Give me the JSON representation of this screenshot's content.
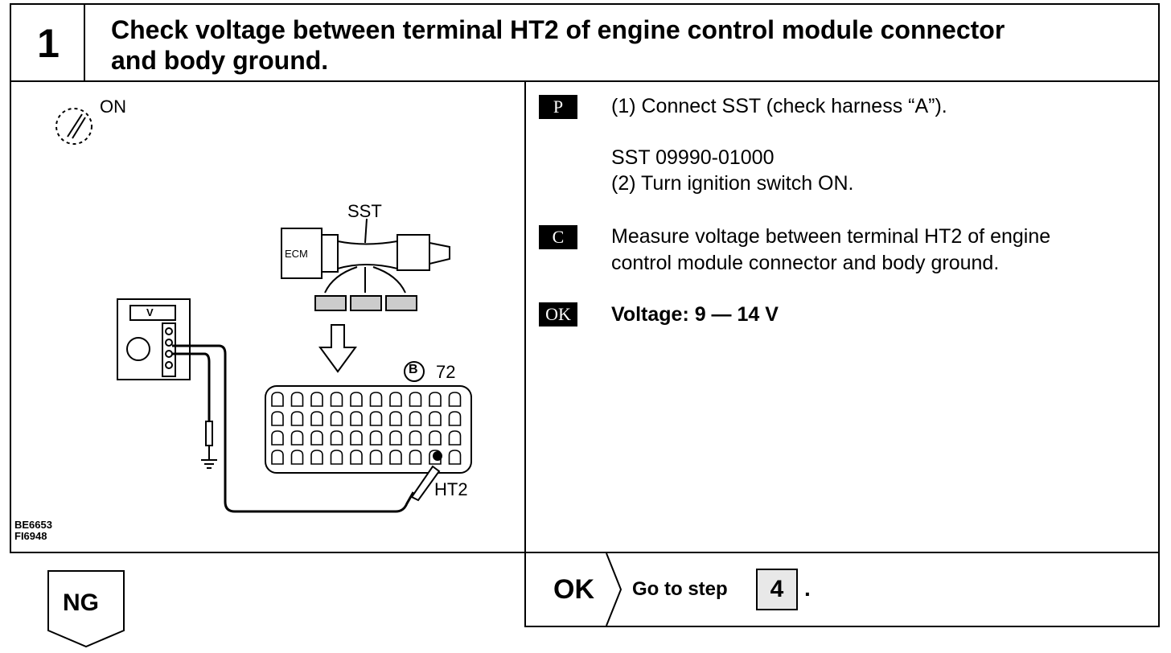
{
  "header": {
    "step_number": "1",
    "title_line1": "Check voltage between terminal HT2 of engine control module connector",
    "title_line2": "and body ground."
  },
  "figure": {
    "ignition_label": "ON",
    "sst_label": "SST",
    "ecm_label": "ECM",
    "meter_label": "V",
    "connector_label": "72",
    "connector_code": "B",
    "terminal_label": "HT2",
    "figure_code_1": "BE6653",
    "figure_code_2": "FI6948"
  },
  "instructions": {
    "prepare_badge": "P",
    "step1": "(1)  Connect SST (check harness “A”).",
    "sst_line": "SST  09990-01000",
    "step2": "(2)  Turn ignition switch ON.",
    "check_badge": "C",
    "check_line1": "Measure voltage between terminal HT2 of engine",
    "check_line2": "control module connector and body ground.",
    "ok_badge": "OK",
    "ok_spec": "Voltage:   9 — 14 V"
  },
  "results": {
    "ng_label": "NG",
    "ok_label": "OK",
    "go_to": "Go to step",
    "step_ref": "4",
    "period": "."
  }
}
